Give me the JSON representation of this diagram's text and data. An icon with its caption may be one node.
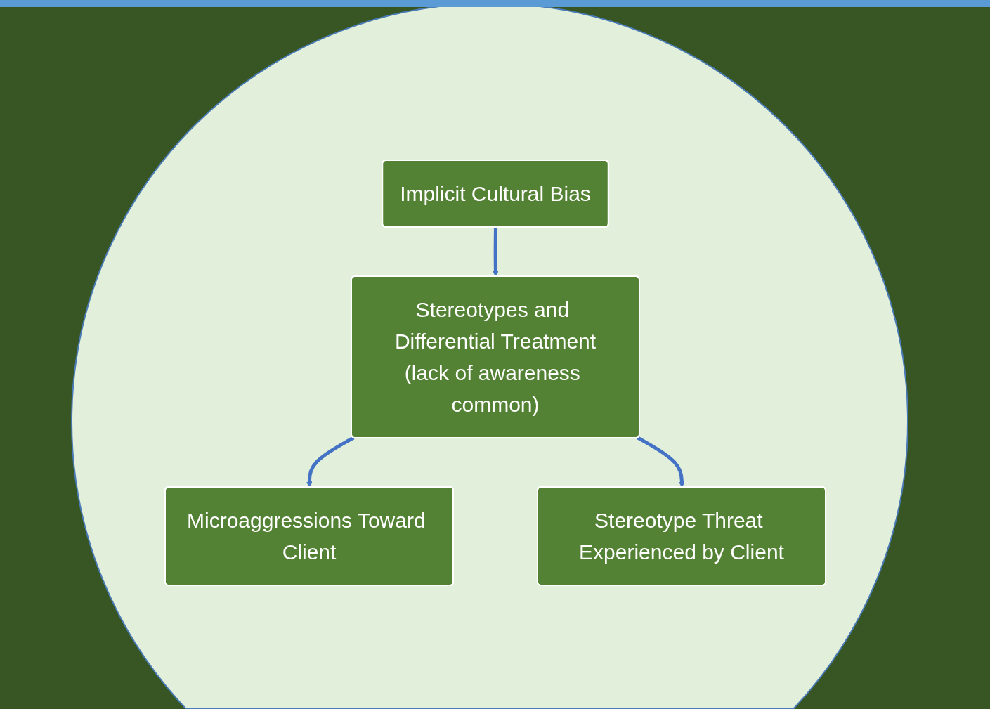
{
  "diagram": {
    "nodes": [
      {
        "text": [
          "Implicit Cultural Bias"
        ]
      },
      {
        "text": [
          "Stereotypes and Differential Treatment",
          "(lack of awareness common)"
        ]
      },
      {
        "text": [
          "Microaggressions Toward Client"
        ]
      },
      {
        "text": [
          "Stereotype Threat Experienced by Client"
        ]
      }
    ],
    "edges": [
      {
        "from": 0,
        "to": 1,
        "arrow": "to"
      },
      {
        "from": 1,
        "to": 2,
        "arrow": "to"
      },
      {
        "from": 1,
        "to": 3,
        "arrow": "to"
      }
    ]
  }
}
